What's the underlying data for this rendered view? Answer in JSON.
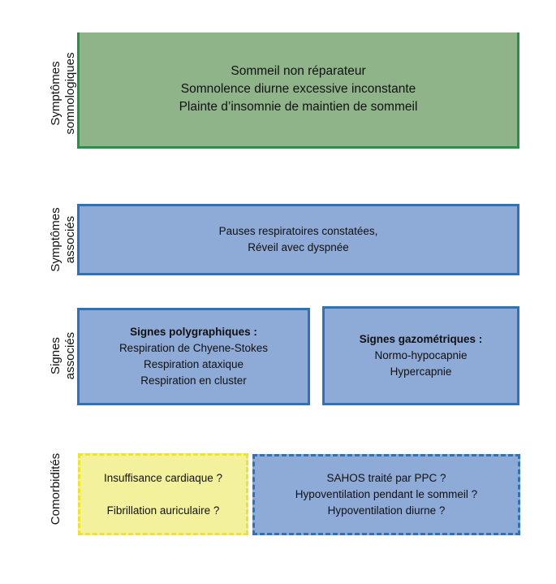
{
  "rows": {
    "sleep": {
      "label": [
        "Symptômes",
        "somnologiques"
      ],
      "lines": [
        "Sommeil non réparateur",
        "Somnolence diurne excessive inconstante",
        "Plainte d’insomnie de maintien de sommeil"
      ]
    },
    "symptoms": {
      "label": [
        "Symptômes",
        "associés"
      ],
      "lines": [
        "Pauses respiratoires constatées,",
        "Réveil avec dyspnée"
      ]
    },
    "signs": {
      "label": [
        "Signes",
        "associés"
      ],
      "poly": {
        "title": "Signes polygraphiques :",
        "lines": [
          "Respiration de Chyene-Stokes",
          "Respiration ataxique",
          "Respiration en cluster"
        ]
      },
      "gazo": {
        "title": "Signes gazométriques :",
        "lines": [
          "Normo-hypocapnie",
          "Hypercapnie"
        ]
      }
    },
    "comorbidities": {
      "label": "Comorbidités",
      "cardiac": [
        "Insuffisance cardiaque ?",
        "Fibrillation auriculaire ?"
      ],
      "respiratory": [
        "SAHOS traité par PPC ?",
        "Hypoventilation pendant le sommeil ?",
        "Hypoventilation diurne ?"
      ]
    }
  },
  "colors": {
    "green_fill": "#8fb48a",
    "green_border": "#239447",
    "blue_fill": "#8eaad6",
    "blue_border": "#2b73bd",
    "yellow_fill": "#f3f19c",
    "yellow_border": "#f0e42a"
  }
}
